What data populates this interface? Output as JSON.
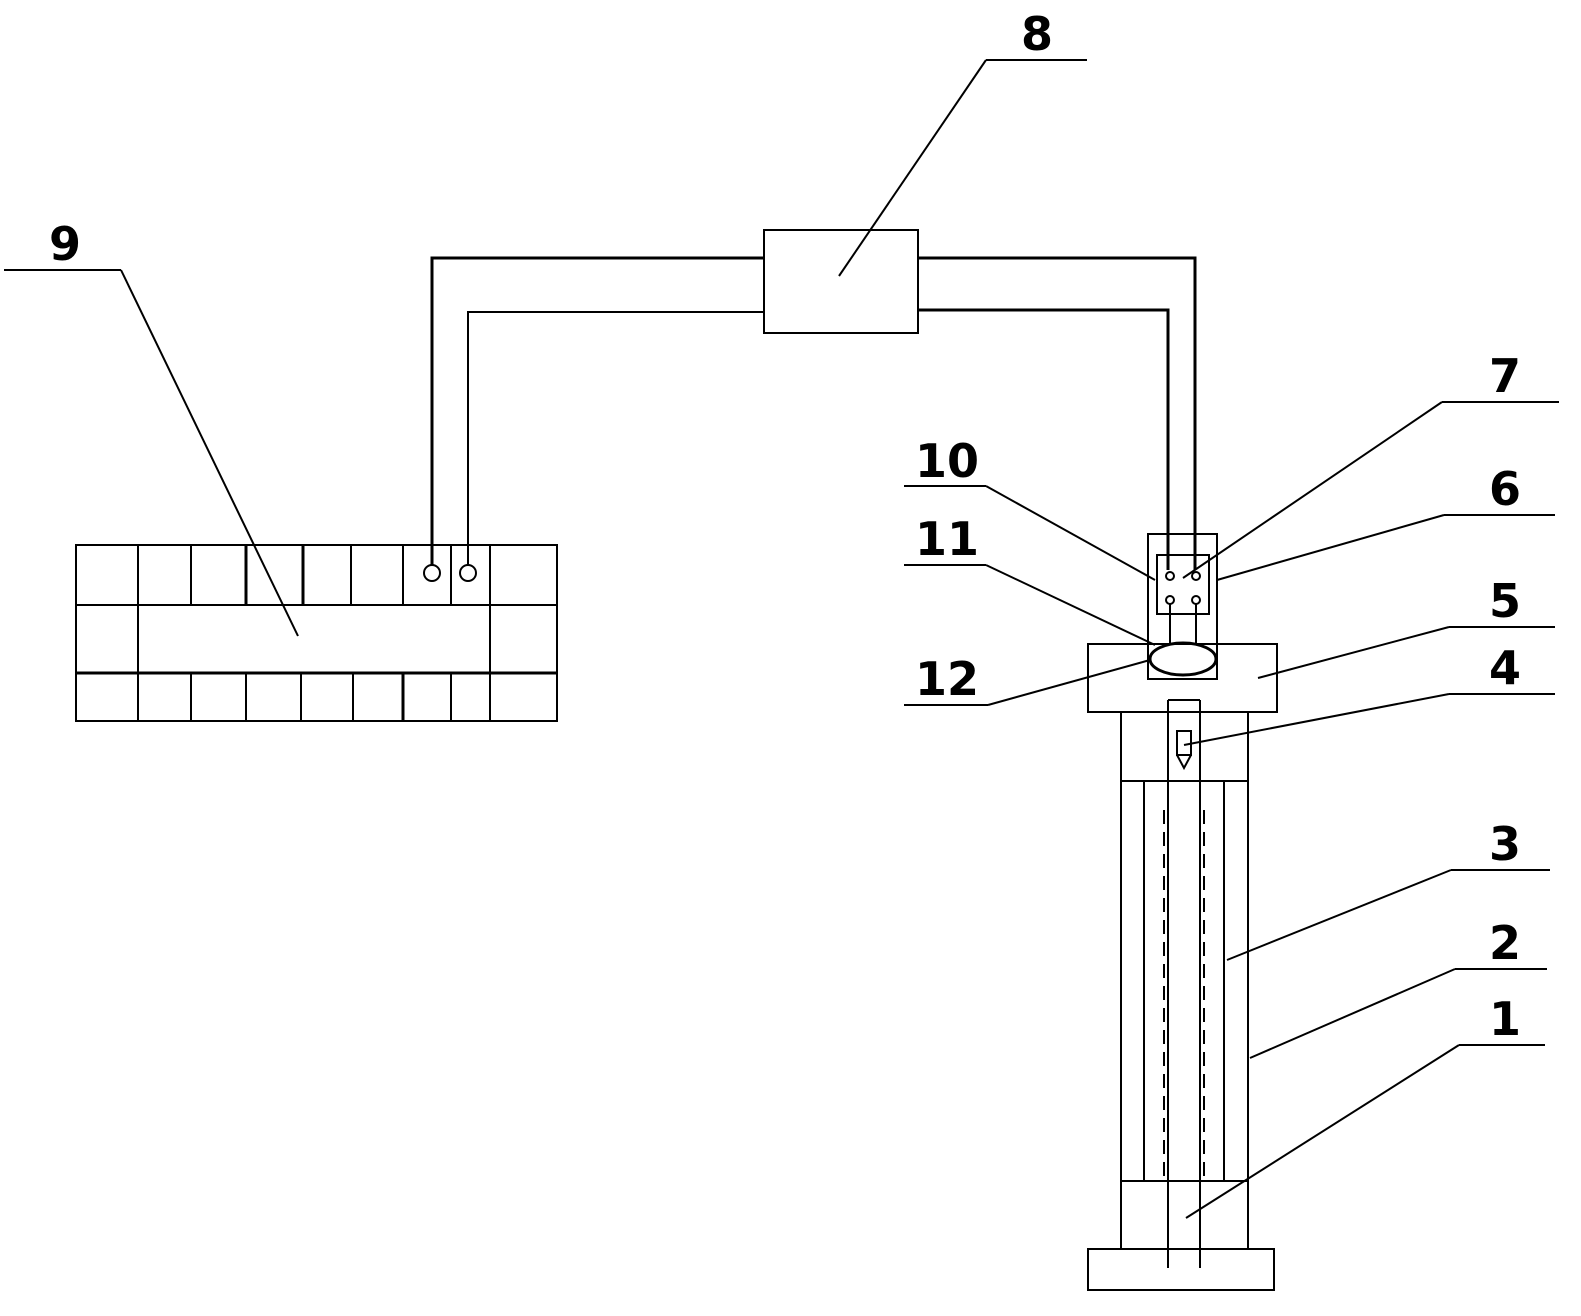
{
  "figure": {
    "labels": {
      "part_1": "1",
      "part_2": "2",
      "part_3": "3",
      "part_4": "4",
      "part_5": "5",
      "part_6": "6",
      "part_7": "7",
      "part_8": "8",
      "part_9": "9",
      "part_10": "10",
      "part_11": "11",
      "part_12": "12"
    },
    "colors": {
      "stroke": "#000000",
      "background": "#ffffff"
    }
  }
}
